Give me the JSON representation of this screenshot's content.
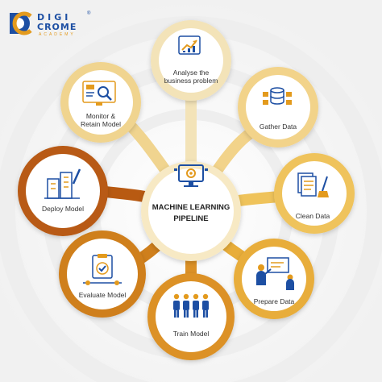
{
  "logo": {
    "line1": "DIGI",
    "line2": "CROME",
    "line3": "ACADEMY",
    "reg": "®"
  },
  "center": {
    "title_line1": "MACHINE LEARNING",
    "title_line2": "PIPELINE",
    "icon": "monitor-gear-icon"
  },
  "stages": [
    {
      "key": "analyse",
      "label": "Analyse the\nbusiness problem",
      "icon": "chart-growth-icon"
    },
    {
      "key": "gather",
      "label": "Gather Data",
      "icon": "database-icon"
    },
    {
      "key": "clean",
      "label": "Clean Data",
      "icon": "broom-documents-icon"
    },
    {
      "key": "prepare",
      "label": "Prepare Data",
      "icon": "presenter-board-icon"
    },
    {
      "key": "train",
      "label": "Train Model",
      "icon": "team-icon"
    },
    {
      "key": "evaluate",
      "label": "Evaluate Model",
      "icon": "clipboard-check-icon"
    },
    {
      "key": "deploy",
      "label": "Deploy Model",
      "icon": "building-icon"
    },
    {
      "key": "monitor",
      "label": "Monitor &\nRetain Model",
      "icon": "monitor-search-icon"
    }
  ],
  "colors": {
    "analyse": "#f3e3b8",
    "gather": "#f2d38a",
    "clean": "#efc35b",
    "prepare": "#e8ad3a",
    "train": "#dc9126",
    "evaluate": "#cf7f1c",
    "deploy": "#b85a12",
    "monitor": "#f0d48f",
    "icon_blue": "#1d4fa3",
    "icon_orange": "#e39a1d"
  }
}
